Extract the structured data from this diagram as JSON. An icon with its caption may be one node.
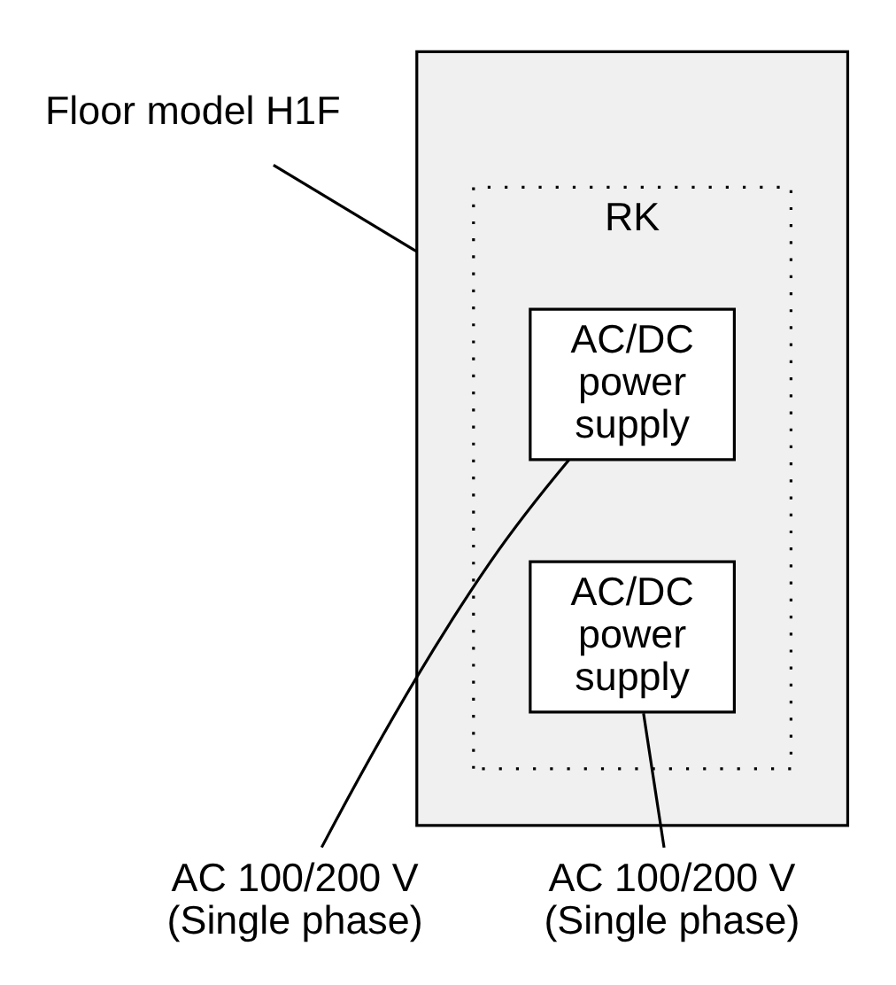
{
  "diagram": {
    "nodes": [
      {
        "text": [
          "Floor model H1F"
        ]
      },
      {
        "text": [],
        "shape": "box"
      },
      {
        "text": [
          "RK"
        ],
        "in": 1
      },
      {
        "text": [
          "AC/DC power supply"
        ],
        "in": 2
      },
      {
        "text": [
          "AC/DC power supply"
        ],
        "in": 2
      },
      {
        "text": [
          "AC 100/200 V (Single phase)"
        ]
      },
      {
        "text": [
          "AC 100/200 V (Single phase)"
        ]
      }
    ],
    "edges": [
      {
        "from": 0,
        "to": 1,
        "arrow": "none"
      },
      {
        "from": 3,
        "to": 5,
        "arrow": "none"
      },
      {
        "from": 4,
        "to": 6,
        "arrow": "none"
      }
    ]
  }
}
